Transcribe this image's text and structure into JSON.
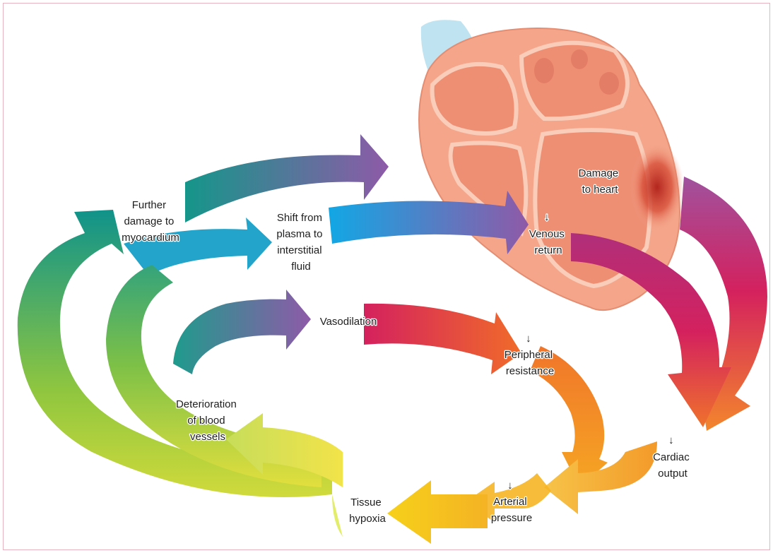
{
  "diagram": {
    "labels": {
      "further_damage": [
        "Further",
        "damage to",
        "myocardium"
      ],
      "shift_from_plasma": [
        "Shift from",
        "plasma to",
        "interstitial",
        "fluid"
      ],
      "damage_to_heart": [
        "Damage",
        "to heart"
      ],
      "venous_return": [
        "↓",
        "Venous",
        "return"
      ],
      "vasodilation": [
        "Vasodilation"
      ],
      "peripheral_resistance": [
        "↓",
        "Peripheral",
        "resistance"
      ],
      "cardiac_output": [
        "↓",
        "Cardiac",
        "output"
      ],
      "arterial_pressure": [
        "↓",
        "Arterial",
        "pressure"
      ],
      "tissue_hypoxia": [
        "Tissue",
        "hypoxia"
      ],
      "deterioration": [
        "Deterioration",
        "of blood",
        "vessels"
      ]
    },
    "colors": {
      "heart_fill": "#f4a58a",
      "heart_light": "#f9cdb9",
      "aorta": "#bfe3f0",
      "damage_spot": "#b3261e",
      "teal": "#1f9b8c",
      "blue": "#1aa3e0",
      "purple": "#8e5aa8",
      "magenta": "#d4215e",
      "orange": "#f08a24",
      "yellow": "#f5d21a",
      "green": "#8fc63f"
    }
  }
}
